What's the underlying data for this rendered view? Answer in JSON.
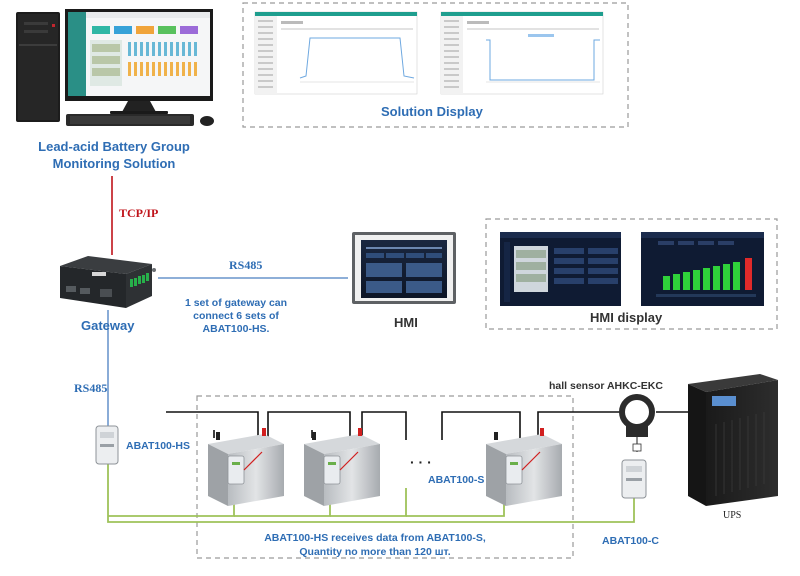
{
  "labels": {
    "monitoring_solution_line1": "Lead-acid Battery Group",
    "monitoring_solution_line2": "Monitoring Solution",
    "solution_display": "Solution Display",
    "tcpip": "TCP/IP",
    "rs485_top": "RS485",
    "rs485_left": "RS485",
    "gateway": "Gateway",
    "gateway_note_line1": "1 set of gateway can",
    "gateway_note_line2": "connect 6 sets of",
    "gateway_note_line3": "ABAT100-HS.",
    "hmi": "HMI",
    "hmi_display": "HMI display",
    "hall_sensor": "hall sensor AHKC-EKC",
    "abat100_hs": "ABAT100-HS",
    "abat100_s": "ABAT100-S",
    "abat100_c": "ABAT100-C",
    "ups": "UPS",
    "ellipsis": "· · ·",
    "bottom_note_line1": "ABAT100-HS receives data from ABAT100-S,",
    "bottom_note_line2": "Quantity no more than 120 шт."
  },
  "colors": {
    "label_blue": "#2e6db4",
    "tcpip_red": "#c0141b",
    "rs485_line": "#4a7fc1",
    "sense_wire": "#9ec25a",
    "dashed_border": "#9a9a9a",
    "battery_terminal_red": "#d11f1f",
    "hmi_bar_green": "#2fd13a",
    "hmi_bar_red": "#e02a2a"
  },
  "icons": {
    "pc": "desktop-computer-icon",
    "gateway": "gateway-device-icon",
    "hmi": "hmi-panel-icon",
    "battery": "lead-acid-battery-icon",
    "sensor": "hall-sensor-icon",
    "ups": "ups-cabinet-icon"
  }
}
